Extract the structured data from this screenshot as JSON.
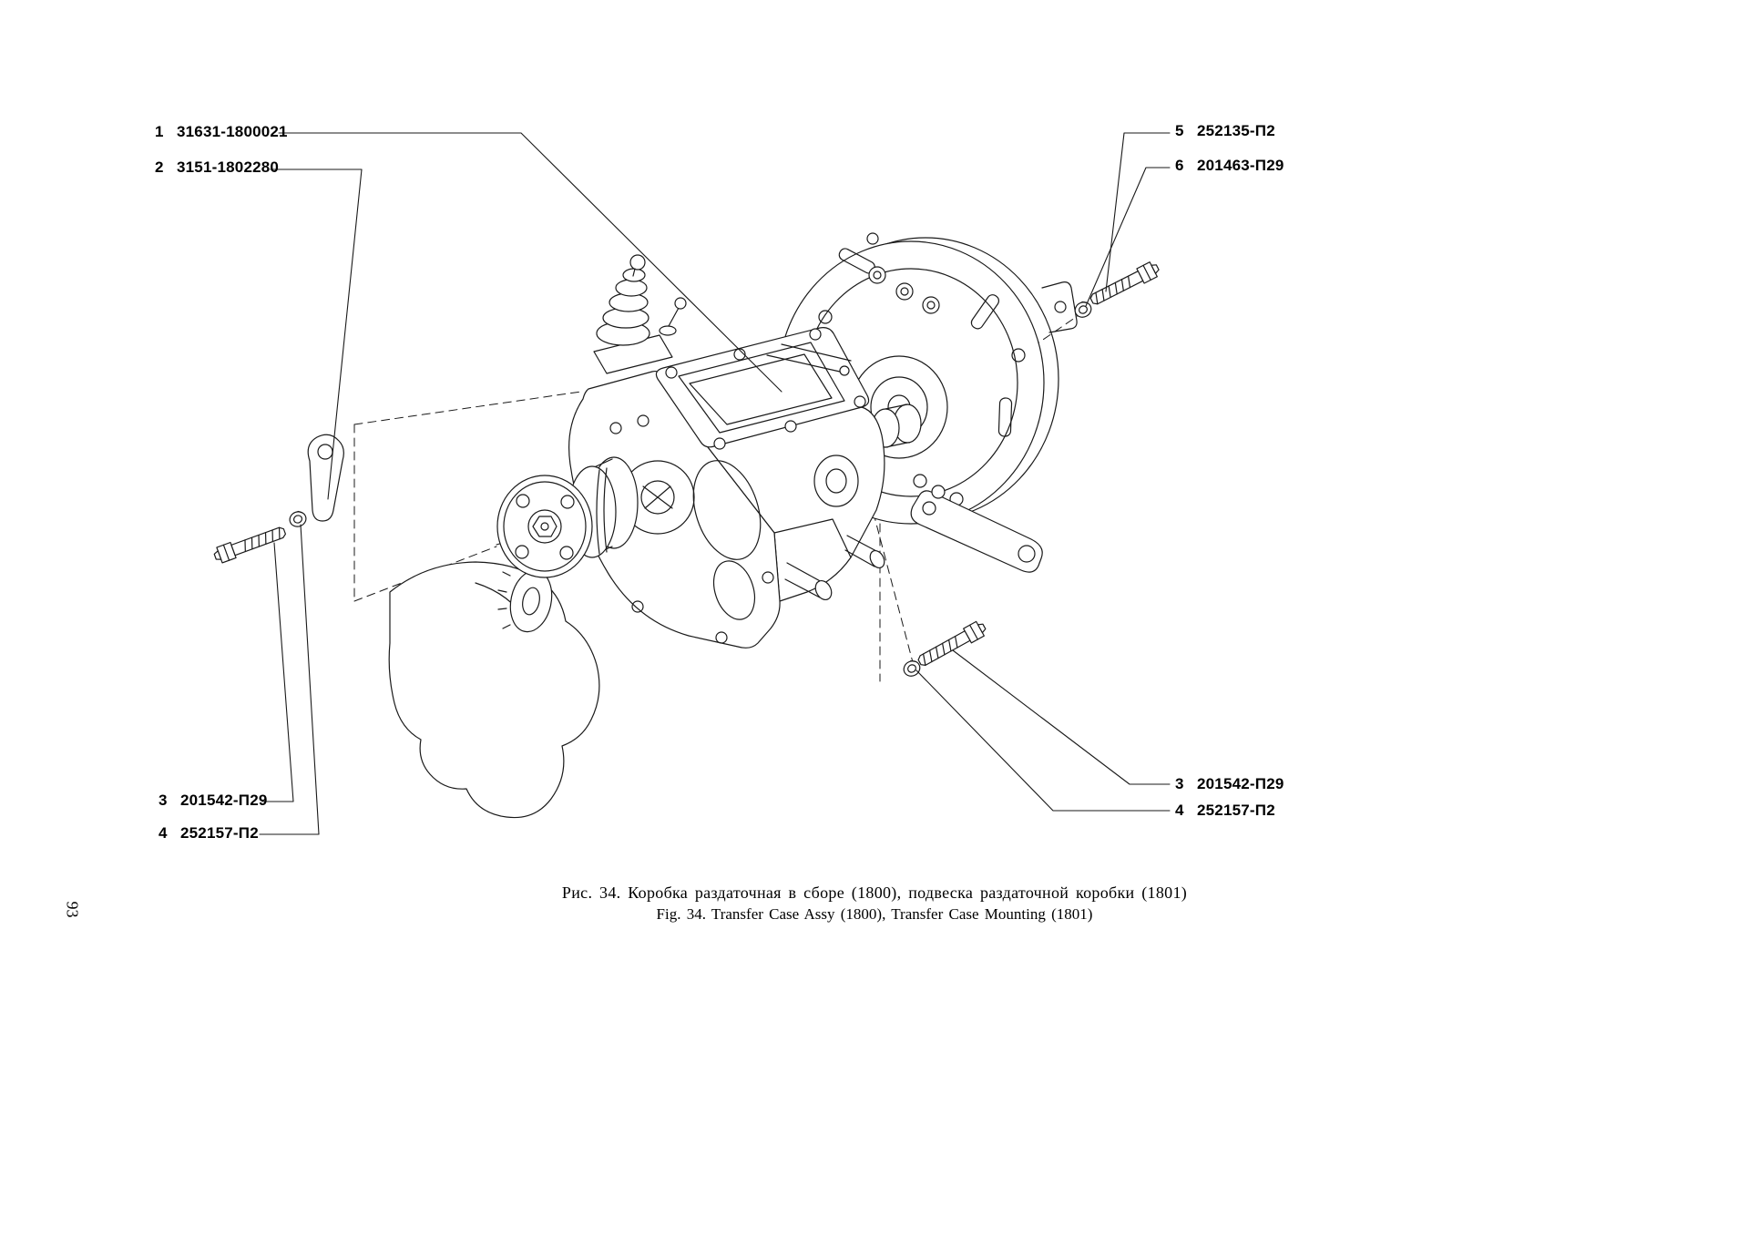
{
  "page": {
    "number": "93"
  },
  "caption": {
    "ru": "Рис. 34. Коробка раздаточная в сборе (1800), подвеска раздаточной коробки (1801)",
    "en": "Fig. 34. Transfer Case Assy (1800), Transfer Case Mounting (1801)"
  },
  "callouts": [
    {
      "ref": "1",
      "part": "31631-1800021"
    },
    {
      "ref": "2",
      "part": "3151-1802280"
    },
    {
      "ref": "5",
      "part": "252135-П2"
    },
    {
      "ref": "6",
      "part": "201463-П29"
    },
    {
      "ref": "3",
      "part": "201542-П29"
    },
    {
      "ref": "4",
      "part": "252157-П2"
    },
    {
      "ref": "3",
      "part": "201542-П29"
    },
    {
      "ref": "4",
      "part": "252157-П2"
    }
  ]
}
